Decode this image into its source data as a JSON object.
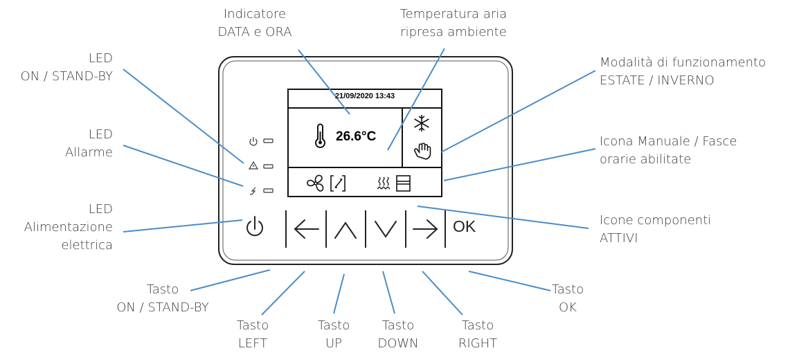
{
  "screen": {
    "datetime": "21/09/2020 13:43",
    "temperature": "26.6°C"
  },
  "buttons": {
    "ok_label": "OK"
  },
  "labels": {
    "led_on_standby": [
      "LED",
      "ON / STAND-BY"
    ],
    "led_allarme": [
      "LED",
      "Allarme"
    ],
    "led_alimentazione": [
      "LED",
      "Alimentazione",
      "elettrica"
    ],
    "indicatore_data_ora": [
      "Indicatore",
      "DATA e ORA"
    ],
    "temperatura_aria": [
      "Temperatura aria",
      "ripresa ambiente"
    ],
    "modalita_funzionamento": [
      "Modalità di funzionamento",
      "ESTATE / INVERNO"
    ],
    "icona_manuale": [
      "Icona Manuale / Fasce",
      "orarie abilitate"
    ],
    "icone_componenti": [
      "Icone componenti",
      "ATTIVI"
    ],
    "tasto_on_standby": [
      "Tasto",
      "ON / STAND-BY"
    ],
    "tasto_left": [
      "Tasto",
      "LEFT"
    ],
    "tasto_up": [
      "Tasto",
      "UP"
    ],
    "tasto_down": [
      "Tasto",
      "DOWN"
    ],
    "tasto_right": [
      "Tasto",
      "RIGHT"
    ],
    "tasto_ok": [
      "Tasto",
      "OK"
    ]
  },
  "colors": {
    "leader_line": "#4a8cc8",
    "device_outline": "#222222",
    "text": "#3a3a3a"
  }
}
